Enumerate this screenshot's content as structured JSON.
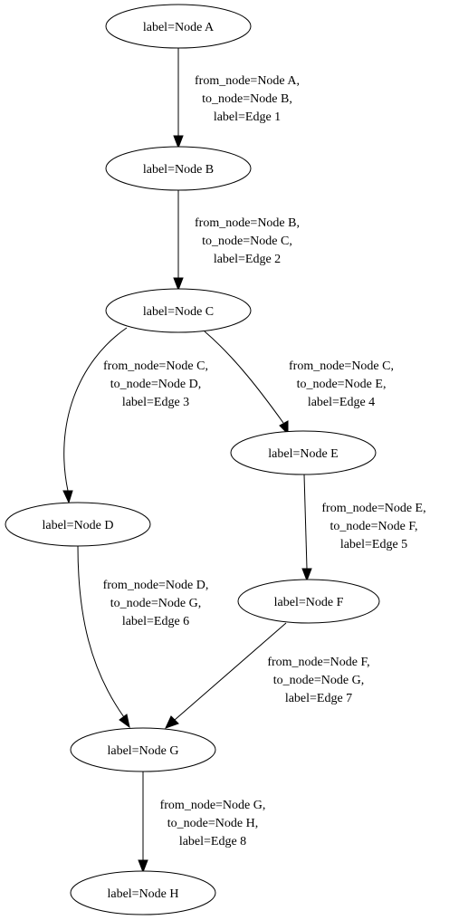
{
  "diagram": {
    "nodes": [
      {
        "id": "a",
        "label": "label=Node A"
      },
      {
        "id": "b",
        "label": "label=Node B"
      },
      {
        "id": "c",
        "label": "label=Node C"
      },
      {
        "id": "d",
        "label": "label=Node D"
      },
      {
        "id": "e",
        "label": "label=Node E"
      },
      {
        "id": "f",
        "label": "label=Node F"
      },
      {
        "id": "g",
        "label": "label=Node G"
      },
      {
        "id": "h",
        "label": "label=Node H"
      }
    ],
    "edges": [
      {
        "from": "a",
        "to": "b",
        "lines": [
          "from_node=Node A,",
          "to_node=Node B,",
          "label=Edge 1"
        ]
      },
      {
        "from": "b",
        "to": "c",
        "lines": [
          "from_node=Node B,",
          "to_node=Node C,",
          "label=Edge 2"
        ]
      },
      {
        "from": "c",
        "to": "d",
        "lines": [
          "from_node=Node C,",
          "to_node=Node D,",
          "label=Edge 3"
        ]
      },
      {
        "from": "c",
        "to": "e",
        "lines": [
          "from_node=Node C,",
          "to_node=Node E,",
          "label=Edge 4"
        ]
      },
      {
        "from": "e",
        "to": "f",
        "lines": [
          "from_node=Node E,",
          "to_node=Node F,",
          "label=Edge 5"
        ]
      },
      {
        "from": "d",
        "to": "g",
        "lines": [
          "from_node=Node D,",
          "to_node=Node G,",
          "label=Edge 6"
        ]
      },
      {
        "from": "f",
        "to": "g",
        "lines": [
          "from_node=Node F,",
          "to_node=Node G,",
          "label=Edge 7"
        ]
      },
      {
        "from": "g",
        "to": "h",
        "lines": [
          "from_node=Node G,",
          "to_node=Node H,",
          "label=Edge 8"
        ]
      }
    ]
  }
}
